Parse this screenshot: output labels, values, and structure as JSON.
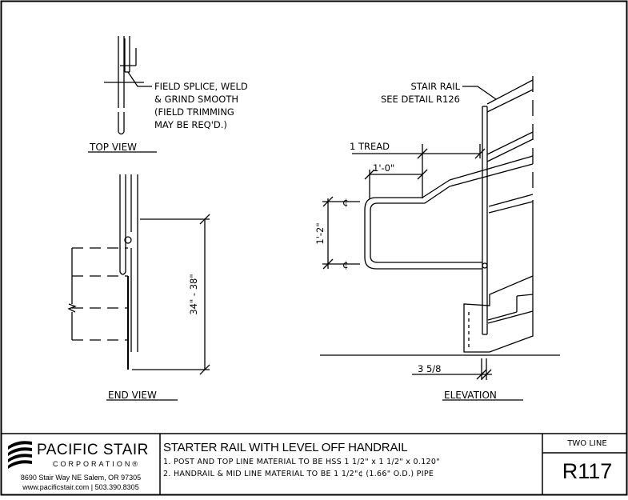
{
  "drawing": {
    "top_view_label": "TOP VIEW",
    "end_view_label": "END VIEW",
    "elevation_label": "ELEVATION",
    "splice_note": [
      "FIELD SPLICE, WELD",
      "& GRIND SMOOTH",
      "(FIELD TRIMMING",
      "MAY BE REQ'D.)"
    ],
    "stair_rail_note": [
      "STAIR RAIL",
      "SEE DETAIL R126"
    ],
    "dim_height": "34\" - 38\"",
    "dim_tread": "1 TREAD",
    "dim_one_foot": "1'-0\"",
    "dim_rise": "1'-2\"",
    "dim_offset": "3 5/8",
    "centerline_symbol": "¢"
  },
  "title_block": {
    "company_name": "PACIFIC STAIR",
    "company_sub": "CORPORATION®",
    "address_line1": "8690 Stair Way NE Salem, OR 97305",
    "address_line2": "www.pacificstair.com  |  503.390.8305",
    "title": "STARTER RAIL WITH LEVEL OFF HANDRAIL",
    "note1": "1. POST AND TOP LINE MATERIAL TO BE HSS 1 1/2\" x 1 1/2\" x 0.120\"",
    "note2": "2. HANDRAIL & MID LINE MATERIAL TO BE 1 1/2\"¢ (1.66\" O.D.) PIPE",
    "rail_type": "TWO LINE",
    "detail_number": "R117"
  }
}
